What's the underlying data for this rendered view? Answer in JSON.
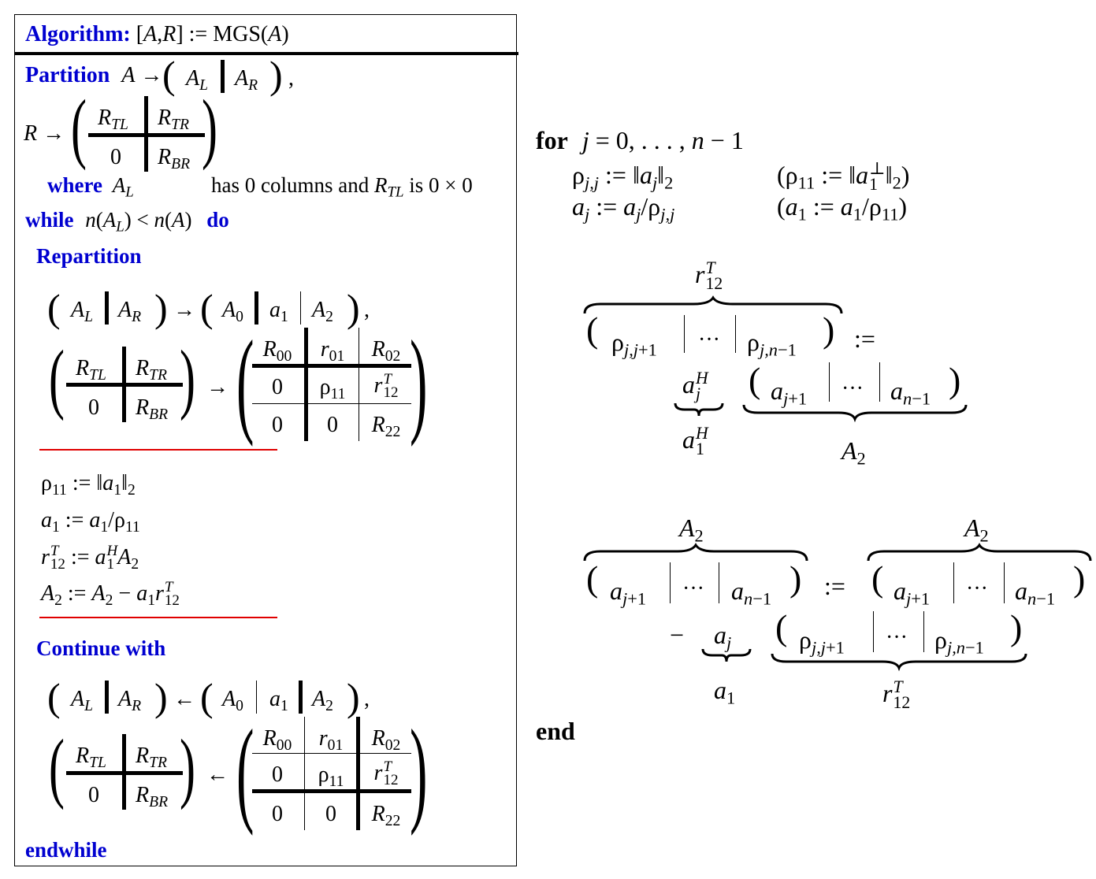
{
  "algorithm": {
    "title_kw": "Algorithm:",
    "title_math": "[A,R] := MGS(A)",
    "partition_kw": "Partition",
    "where_kw": "where",
    "where_text": "has 0 columns and",
    "where_text2": "is 0 × 0",
    "while_kw": "while",
    "while_cond": "n(A_L) < n(A)",
    "do_kw": "do",
    "repartition_kw": "Repartition",
    "continue_kw": "Continue with",
    "endwhile_kw": "endwhile",
    "update": [
      "ρ11 := ||a1||2",
      "a1 := a1/ρ11",
      "r12T := a1H A2",
      "A2 := A2 − a1 r12T"
    ]
  },
  "loop": {
    "for_kw": "for",
    "for_range": "j = 0, ..., n − 1",
    "end_kw": "end",
    "line1_left": "ρj,j := ||aj||2",
    "line1_right": "(ρ11 := ||a1⊥||2)",
    "line2_left": "aj := aj/ρj,j",
    "line2_right": "(a1 := a1/ρ11)",
    "assign": ":=",
    "minus": "−",
    "dots": "···",
    "brace_labels": {
      "r12T": "r12T",
      "a1H": "a1H",
      "A2": "A2",
      "a1": "a1"
    }
  },
  "colors": {
    "keyword": "#0000d0",
    "rule": "#e00000",
    "border": "#000000"
  }
}
